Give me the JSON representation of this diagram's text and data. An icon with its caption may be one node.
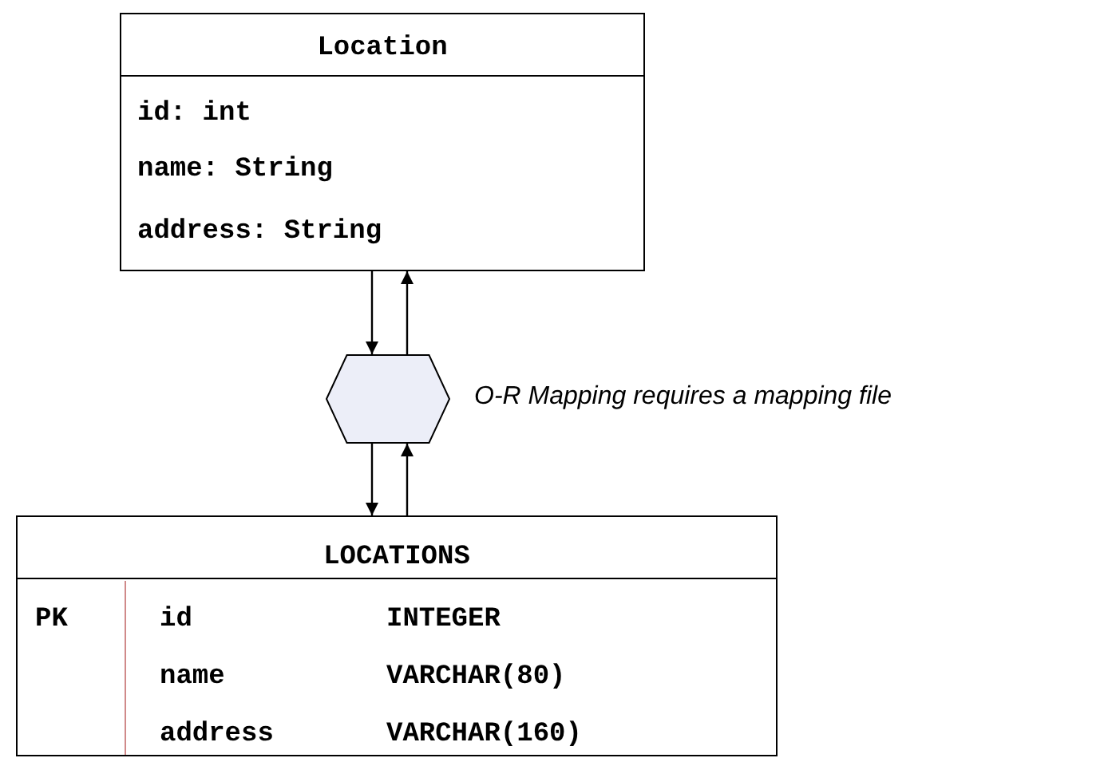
{
  "diagram": {
    "nodes": [
      {
        "text": [
          "Location",
          "id: int",
          "name: String",
          "address: String"
        ]
      },
      {
        "text": [],
        "shape": "hexagon",
        "beside": [
          "O-R Mapping requires a mapping file"
        ]
      },
      {
        "text": [
          "LOCATIONS",
          "PK",
          "id",
          "INTEGER",
          "name",
          "VARCHAR(80)",
          "address",
          "VARCHAR(160)"
        ]
      }
    ],
    "edges": [
      {
        "from": 0,
        "to": 1,
        "arrow": "to"
      },
      {
        "from": 1,
        "to": 0,
        "arrow": "to"
      },
      {
        "from": 1,
        "to": 2,
        "arrow": "to"
      },
      {
        "from": 2,
        "to": 1,
        "arrow": "to"
      }
    ]
  }
}
